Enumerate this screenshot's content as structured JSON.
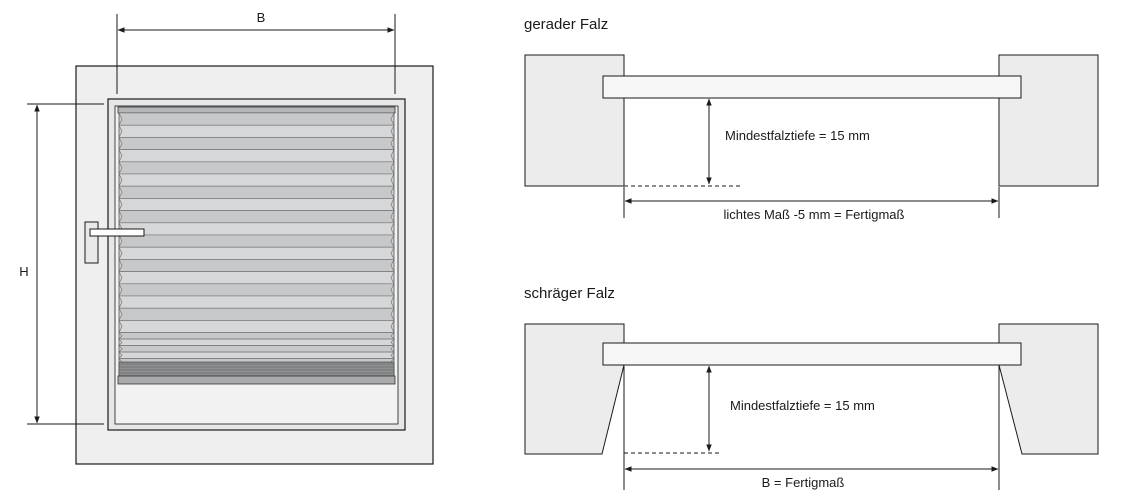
{
  "window": {
    "width_label": "B",
    "height_label": "H"
  },
  "straight_rebate": {
    "title": "gerader Falz",
    "depth_label": "Mindestfalztiefe = 15 mm",
    "width_label": "lichtes Maß -5 mm = Fertigmaß"
  },
  "angled_rebate": {
    "title": "schräger Falz",
    "depth_label": "Mindestfalztiefe = 15 mm",
    "width_label": "B = Fertigmaß"
  },
  "colors": {
    "line": "#1a1a1a",
    "frame_fill": "#efefef",
    "block_fill": "#ececec",
    "bar_fill": "#f7f7f7",
    "blind_light": "#cfd0d1",
    "blind_dark": "#8f9092"
  }
}
